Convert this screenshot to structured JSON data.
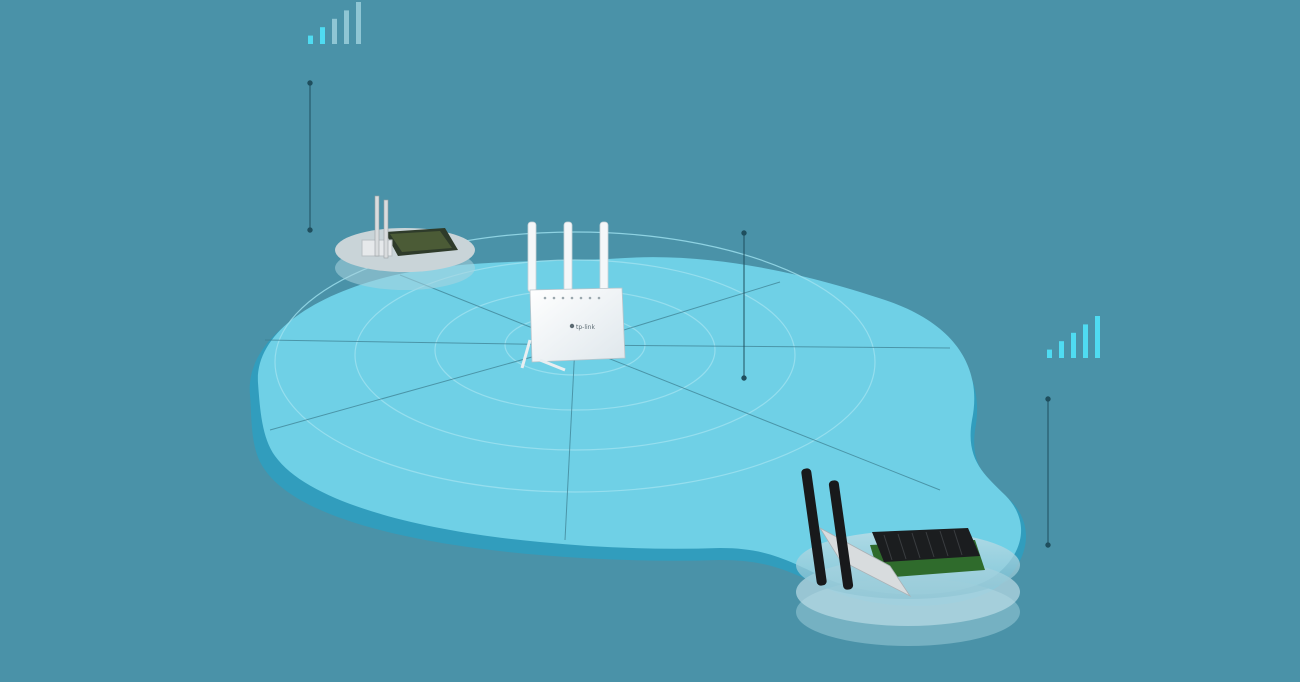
{
  "scene": {
    "background": "#4a92a8",
    "coverage_color": "#6fd0e6",
    "coverage_deep": "#2aa2c4",
    "signal_bar_color": "#4fdcf2",
    "signal_bar_faded": "#8fc6d4",
    "signal_left_strength": 0.4,
    "signal_right_strength": 1.0
  },
  "router": {
    "icon": "wifi-router-icon",
    "brand_label": "tp-link",
    "led_count": 7
  },
  "devices": [
    {
      "name": "pcie-adapter-low-profile",
      "icon": "pcie-card-icon"
    },
    {
      "name": "pcie-adapter-heatsink",
      "icon": "pcie-card-icon"
    }
  ]
}
